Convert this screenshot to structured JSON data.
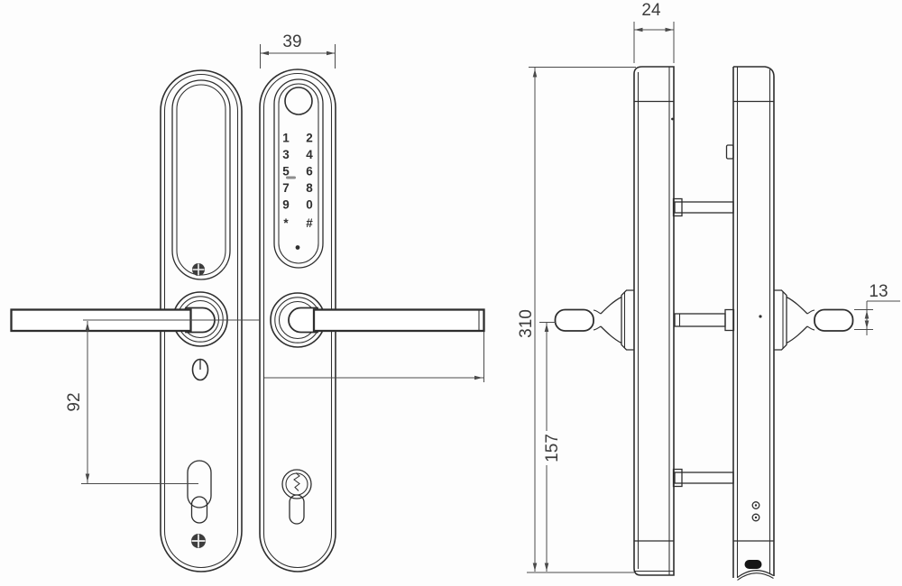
{
  "dimensions": {
    "front_plate_width": "39",
    "side_profile_depth": "24",
    "lever_grip_thickness": "13",
    "plate_total_height": "310",
    "lever_axis_to_bottom": "157",
    "lever_axis_to_cylinder": "92"
  },
  "keypad": {
    "keys": [
      "1",
      "2",
      "3",
      "4",
      "5",
      "6",
      "7",
      "8",
      "9",
      "0",
      "*",
      "#"
    ]
  },
  "colors": {
    "line": "#2e2e2e",
    "dimension_line": "#4a4a4a",
    "text": "#3c3c3c",
    "background": "#fdfdfd"
  }
}
